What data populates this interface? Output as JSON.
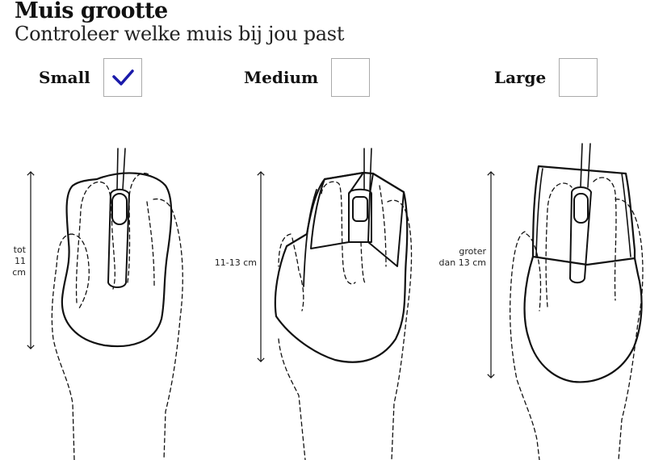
{
  "header": {
    "title": "Muis grootte",
    "subtitle": "Controleer welke muis bij jou past"
  },
  "options": [
    {
      "label": "Small",
      "checked": true,
      "dimension_line1": "tot",
      "dimension_line2": "11 cm"
    },
    {
      "label": "Medium",
      "checked": false,
      "dimension_line1": "",
      "dimension_line2": "11-13 cm"
    },
    {
      "label": "Large",
      "checked": false,
      "dimension_line1": "groter",
      "dimension_line2": "dan 13 cm"
    }
  ],
  "colors": {
    "check": "#1a1aaa",
    "checkbox_border": "#aaaaaa",
    "lines": "#111111"
  }
}
